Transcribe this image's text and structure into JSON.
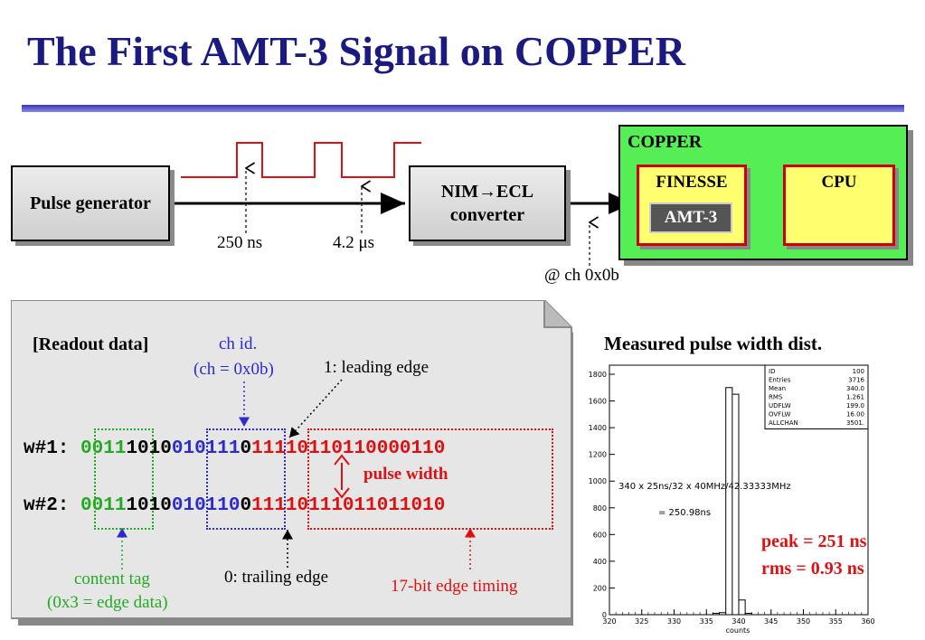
{
  "title": "The First AMT-3 Signal on COPPER",
  "diagram": {
    "pulse_generator": "Pulse generator",
    "nim_ecl": "NIM→ECL converter",
    "copper": "COPPER",
    "finesse": "FINESSE",
    "amt3": "AMT-3",
    "cpu": "CPU",
    "label_250ns": "250 ns",
    "label_42us": "4.2 μs",
    "label_ch": "@ ch 0x0b"
  },
  "readout": {
    "header": "[Readout data]",
    "ch_id_line1": "ch id.",
    "ch_id_line2": "(ch = 0x0b)",
    "leading_edge": "1: leading edge",
    "trailing_edge": "0: trailing edge",
    "pulse_width": "pulse width",
    "content_tag_line1": "content tag",
    "content_tag_line2": "(0x3 = edge data)",
    "edge_timing": "17-bit edge timing",
    "words": [
      {
        "label": "w#1:",
        "tag": "0011",
        "mid": "1010",
        "ch": "010111",
        "edge": "0",
        "timing": "11110110110000110"
      },
      {
        "label": "w#2:",
        "tag": "0011",
        "mid": "1010",
        "ch": "010110",
        "edge": "0",
        "timing": "11110111011011010"
      }
    ]
  },
  "histogram_title": "Measured pulse width dist.",
  "stats_box": [
    [
      "ID",
      "100"
    ],
    [
      "Entries",
      "3716"
    ],
    [
      "Mean",
      "340.0"
    ],
    [
      "RMS",
      "1.261"
    ],
    [
      "UDFLW",
      "199.0"
    ],
    [
      "OVFLW",
      "16.00"
    ],
    [
      "ALLCHAN",
      "3501."
    ]
  ],
  "annotation_formula": "340 x 25ns/32 x 40MHz/42.33333MHz",
  "annotation_result": "= 250.98ns",
  "peak_text": "peak = 251 ns",
  "rms_text": "rms = 0.93 ns",
  "chart_data": {
    "type": "bar",
    "xlabel": "counts",
    "ylabel": "",
    "xlim": [
      320,
      360
    ],
    "ylim": [
      0,
      1800
    ],
    "x_ticks": [
      320,
      325,
      330,
      335,
      340,
      345,
      350,
      355,
      360
    ],
    "y_ticks": [
      0,
      200,
      400,
      600,
      800,
      1000,
      1200,
      1400,
      1600,
      1800
    ],
    "bins": [
      {
        "x0": 336,
        "x1": 337,
        "value": 10
      },
      {
        "x0": 337,
        "x1": 338,
        "value": 15
      },
      {
        "x0": 338,
        "x1": 339,
        "value": 1700
      },
      {
        "x0": 339,
        "x1": 340,
        "value": 1650
      },
      {
        "x0": 340,
        "x1": 341,
        "value": 110
      },
      {
        "x0": 341,
        "x1": 342,
        "value": 10
      }
    ]
  }
}
